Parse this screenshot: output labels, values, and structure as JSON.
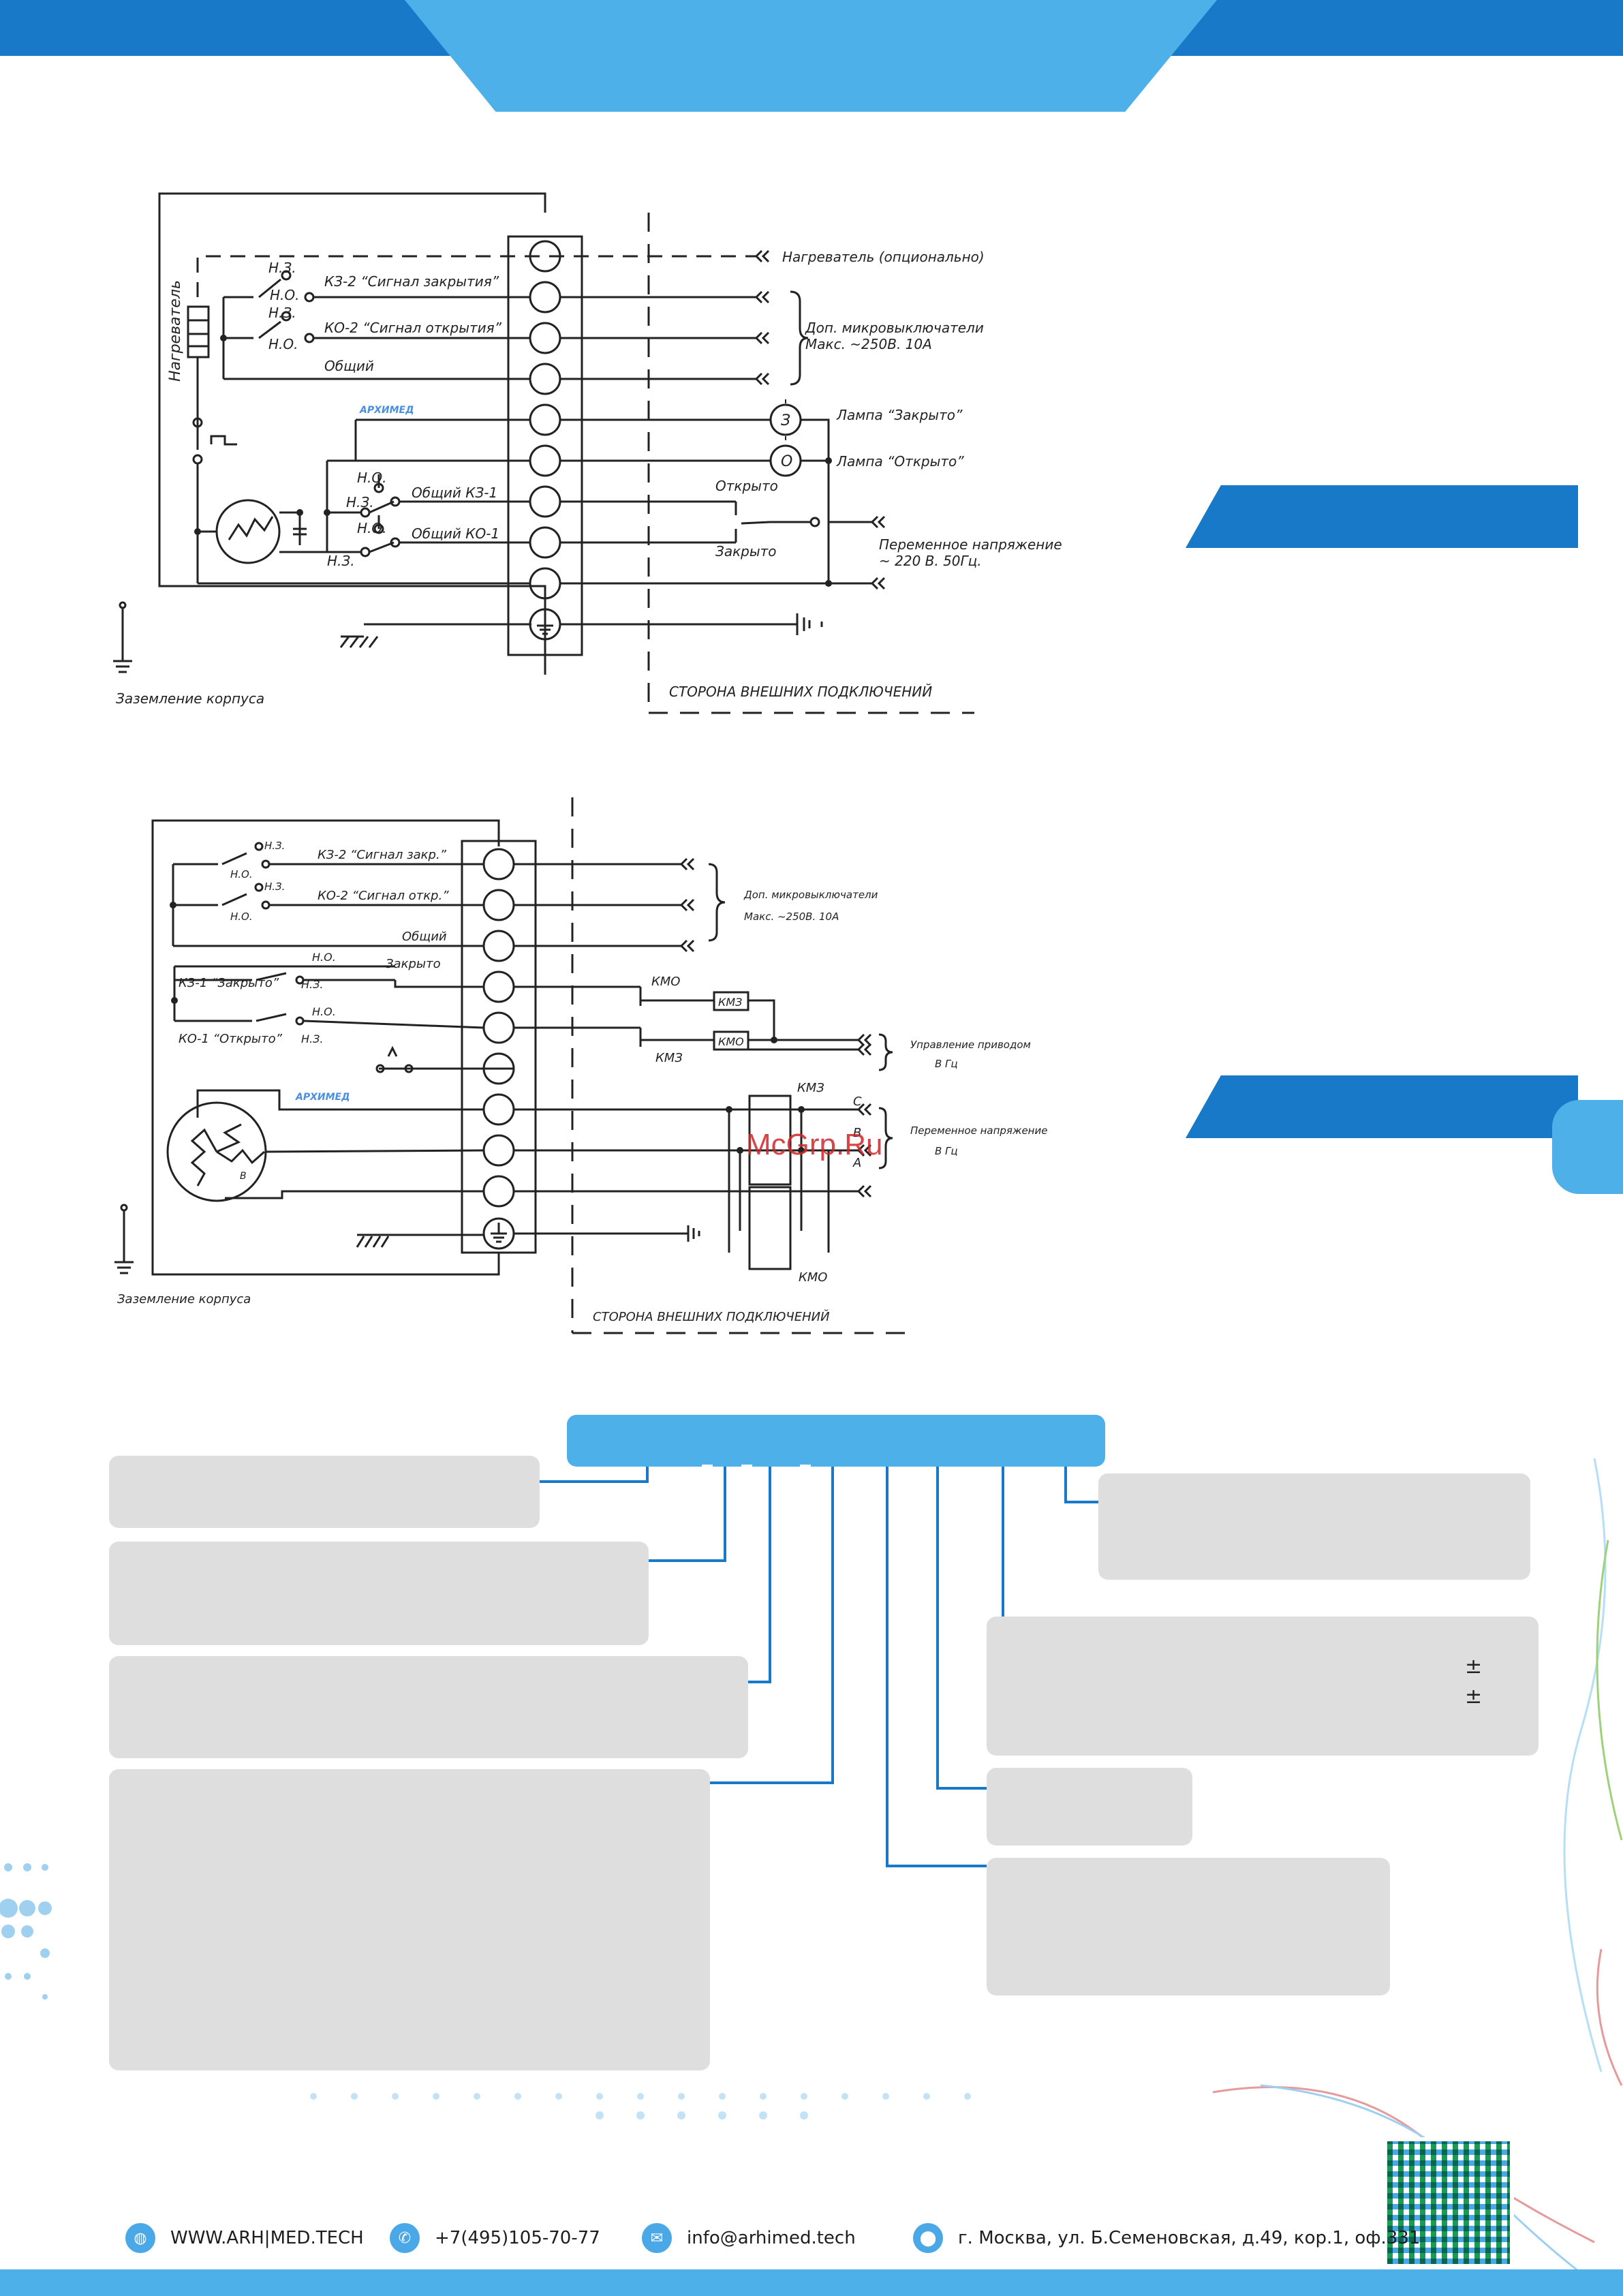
{
  "colors": {
    "accent_dark": "#1879c9",
    "accent_light": "#4eb0e8",
    "card_gray": "#dedede",
    "line": "#222222",
    "watermark": "#d0262a"
  },
  "diagram1": {
    "labels": {
      "heater_vertical": "Нагреватель",
      "nz1": "Н.З.",
      "no1": "Н.О.",
      "kz2": "КЗ-2 “Сигнал закрытия”",
      "nz2": "Н.З.",
      "no2": "Н.О.",
      "ko2": "КО-2 “Сигнал открытия”",
      "common": "Общий",
      "heater_opt": "Нагреватель (опционально)",
      "microswitch1": "Доп. микровыключатели",
      "microswitch2": "Макс. ~250В. 10А",
      "lamp_closed": "Лампа “Закрыто”",
      "lamp_open": "Лампа “Открыто”",
      "lamp_closed_symbol": "З",
      "lamp_open_symbol": "О",
      "no3": "Н.О.",
      "nz3": "Н.З.",
      "common_kz1": "Общий КЗ-1",
      "no4": "Н.О.",
      "common_ko1": "Общий КО-1",
      "nz4": "Н.З.",
      "opened": "Открыто",
      "closed": "Закрыто",
      "ac1": "Переменное напряжение",
      "ac2": "~ 220 В. 50Гц.",
      "ground": "Заземление корпуса",
      "external_side": "СТОРОНА ВНЕШНИХ ПОДКЛЮЧЕНИЙ"
    }
  },
  "diagram2": {
    "labels": {
      "nz1": "Н.З.",
      "no1": "Н.О.",
      "kz2": "КЗ-2 “Сигнал закр.”",
      "nz2": "Н.З.",
      "no2": "Н.О.",
      "ko2": "КО-2 “Сигнал откр.”",
      "common": "Общий",
      "closed": "Закрыто",
      "no3": "Н.О.",
      "kz1": "КЗ-1 “Закрыто”",
      "nz3": "Н.З.",
      "no4": "Н.О.",
      "ko1": "КО-1 “Открыто”",
      "nz4": "Н.З.",
      "microswitch1": "Доп. микровыключатели",
      "microswitch2": "Макс. ~250В. 10А",
      "kmo": "КМО",
      "kmz": "КМЗ",
      "kmz_box": "КМЗ",
      "kmo_box": "КМО",
      "kmz2": "КМЗ",
      "kmo2": "КМО",
      "drive_control": "Управление приводом",
      "drive_units": "В     Гц",
      "ac": "Переменное напряжение",
      "ac_units": "В     Гц",
      "phase_c": "С",
      "phase_b": "В",
      "phase_a": "А",
      "motor_b": "В",
      "ground": "Заземление корпуса",
      "external_side": "СТОРОНА ВНЕШНИХ ПОДКЛЮЧЕНИЙ"
    }
  },
  "logo_text": "АРХИМЕД",
  "watermark": "McGrp.Ru",
  "plus_minus_1": "±",
  "plus_minus_2": "±",
  "footer": {
    "website": "WWW.ARH|MED.TECH",
    "phone": "+7(495)105-70-77",
    "email": "info@arhimed.tech",
    "address": "г. Москва, ул. Б.Семеновская, д.49, кор.1, оф.331"
  }
}
